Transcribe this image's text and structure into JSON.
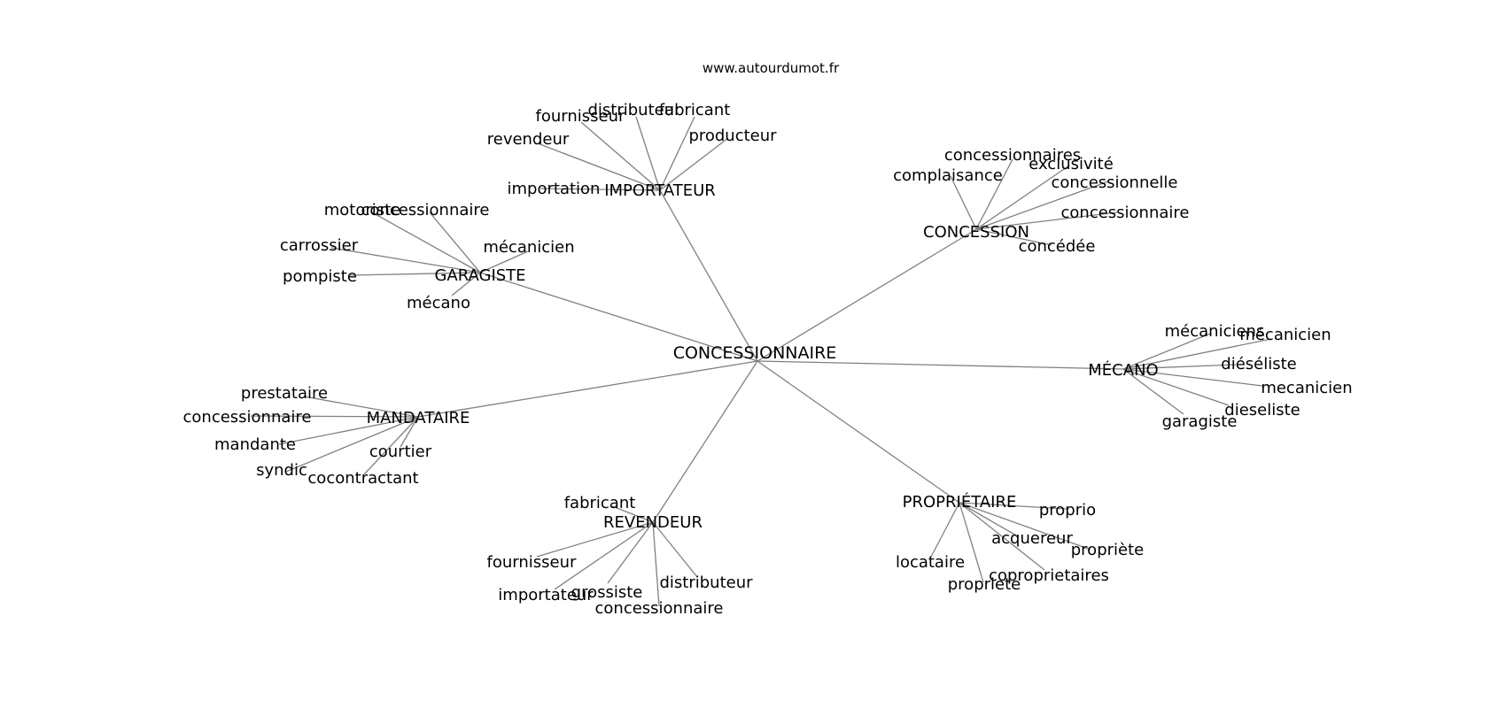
{
  "site": "www.autourdumot.fr",
  "colors": {
    "edge": "#808080",
    "text": "#000000",
    "background": "#ffffff"
  },
  "center": "CONCESSIONNAIRE",
  "clusters": [
    {
      "label": "IMPORTATEUR",
      "leaves": [
        "fournisseur",
        "distributeur",
        "fabricant",
        "producteur",
        "revendeur",
        "importation"
      ]
    },
    {
      "label": "CONCESSION",
      "leaves": [
        "concessionnaires",
        "exclusivité",
        "complaisance",
        "concessionnelle",
        "concessionnaire",
        "concédée"
      ]
    },
    {
      "label": "GARAGISTE",
      "leaves": [
        "motoriste",
        "concessionnaire",
        "mécanicien",
        "carrossier",
        "pompiste",
        "mécano"
      ]
    },
    {
      "label": "MÉCANO",
      "leaves": [
        "mécaniciens",
        "mécanicien",
        "diéséliste",
        "mecanicien",
        "dieseliste",
        "garagiste"
      ]
    },
    {
      "label": "MANDATAIRE",
      "leaves": [
        "prestataire",
        "concessionnaire",
        "mandante",
        "courtier",
        "syndic",
        "cocontractant"
      ]
    },
    {
      "label": "PROPRIÉTAIRE",
      "leaves": [
        "proprio",
        "acquereur",
        "propriète",
        "locataire",
        "coproprietaires",
        "propriete"
      ]
    },
    {
      "label": "REVENDEUR",
      "leaves": [
        "fabricant",
        "fournisseur",
        "importateur",
        "grossiste",
        "distributeur",
        "concessionnaire"
      ]
    }
  ]
}
